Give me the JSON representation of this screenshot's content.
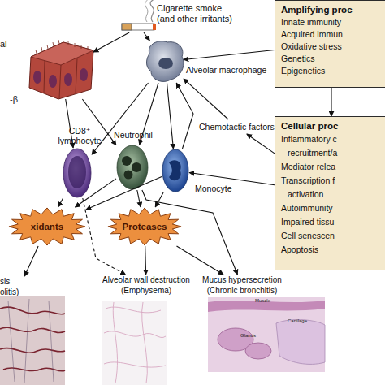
{
  "diagram": {
    "nodes": [
      {
        "text": [
          "Cigarette smoke (and other irritants)"
        ]
      },
      {
        "text": [
          "Amplifying proc",
          "Innate immunity",
          "Acquired immun",
          "Oxidative stress",
          "Genetics",
          "Epigenetics"
        ]
      },
      {
        "text": [
          "al"
        ]
      },
      {
        "text": [
          "Alveolar macrophage"
        ]
      },
      {
        "text": [
          "Chemotactic factors"
        ]
      },
      {
        "text": [
          "Cellular proc",
          "Inflammatory c recruitment/a",
          "Mediator relea",
          "Transcription f activation",
          "Autoimmunity",
          "Impaired tissu",
          "Cell senescen",
          "Apoptosis"
        ]
      },
      {
        "text": [
          "CD8⁺ lymphocyte"
        ]
      },
      {
        "text": [
          "Neutrophil"
        ]
      },
      {
        "text": [
          "Monocyte"
        ]
      },
      {
        "text": [
          "xidants"
        ]
      },
      {
        "text": [
          "Proteases"
        ]
      },
      {
        "text": [
          "sis",
          "olitis)"
        ]
      },
      {
        "text": [
          "Alveolar wall destruction",
          "(Emphysema)"
        ]
      },
      {
        "text": [
          "Mucus hypersecretion",
          "(Chronic bronchitis)"
        ]
      }
    ],
    "edges": [
      {
        "from": 0,
        "to": 2,
        "arrow": "to"
      },
      {
        "from": 0,
        "to": 3,
        "arrow": "to"
      },
      {
        "from": 1,
        "to": 3,
        "arrow": "to"
      },
      {
        "from": 1,
        "to": 5,
        "arrow": "to"
      },
      {
        "from": 5,
        "to": 4,
        "arrow": "to"
      },
      {
        "from": 5,
        "to": 8,
        "arrow": "to"
      },
      {
        "from": 4,
        "to": 3,
        "arrow": "to"
      },
      {
        "from": 8,
        "to": 3,
        "arrow": "to"
      },
      {
        "from": 2,
        "to": 6,
        "arrow": "to"
      },
      {
        "from": 2,
        "to": 7,
        "arrow": "to"
      },
      {
        "from": 3,
        "to": 6,
        "arrow": "to"
      },
      {
        "from": 3,
        "to": 7,
        "arrow": "to"
      },
      {
        "from": 3,
        "to": 8,
        "arrow": "to"
      },
      {
        "from": 6,
        "to": 12,
        "arrow": "to"
      },
      {
        "from": 7,
        "to": 9,
        "arrow": "to"
      },
      {
        "from": 7,
        "to": 10,
        "arrow": "to"
      },
      {
        "from": 8,
        "to": 9,
        "arrow": "to"
      },
      {
        "from": 8,
        "to": 10,
        "arrow": "to"
      },
      {
        "from": 6,
        "to": 9,
        "arrow": "to"
      },
      {
        "from": 7,
        "to": 13,
        "arrow": "to"
      },
      {
        "from": 9,
        "to": 11,
        "arrow": "to"
      },
      {
        "from": 10,
        "to": 12,
        "arrow": "to"
      },
      {
        "from": 10,
        "to": 13,
        "arrow": "to"
      }
    ],
    "labels": [
      "-β",
      "Muscle",
      "Glands",
      "Cartilage"
    ]
  }
}
